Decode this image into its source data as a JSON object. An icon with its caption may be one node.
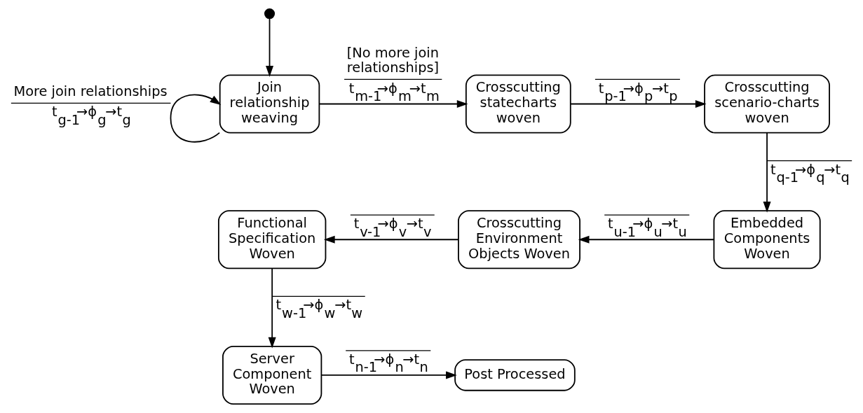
{
  "diagram": {
    "nodes": [
      {
        "text": [],
        "shape": "circle"
      },
      {
        "text": [
          "Join relationship weaving"
        ]
      },
      {
        "text": [
          "Crosscutting statecharts woven"
        ]
      },
      {
        "text": [
          "Crosscutting scenario-charts woven"
        ]
      },
      {
        "text": [
          "Embedded Components Woven"
        ]
      },
      {
        "text": [
          "Crosscutting Environment Objects Woven"
        ]
      },
      {
        "text": [
          "Functional Specification Woven"
        ]
      },
      {
        "text": [
          "Server Component Woven"
        ]
      },
      {
        "text": [
          "Post Processed"
        ]
      }
    ],
    "edges": [
      {
        "from": 0,
        "to": 1,
        "arrow": "to"
      },
      {
        "from": 1,
        "to": 1,
        "arrow": "to",
        "label": "More join relationships t$_{g-1}$→ϕ$_{g}$→t$_{g}$"
      },
      {
        "from": 1,
        "to": 2,
        "arrow": "to",
        "label": "[No more join relationships] t$_{m-1}$→ϕ$_{m}$→t$_{m}$"
      },
      {
        "from": 2,
        "to": 3,
        "arrow": "to",
        "label": "t$_{p-1}$→ϕ$_{p}$→t$_{p}$"
      },
      {
        "from": 3,
        "to": 4,
        "arrow": "to",
        "label": "t$_{q-1}$→ϕ$_{q}$→t$_{q}$"
      },
      {
        "from": 4,
        "to": 5,
        "arrow": "to",
        "label": "t$_{u-1}$→ϕ$_{u}$→t$_{u}$"
      },
      {
        "from": 5,
        "to": 6,
        "arrow": "to",
        "label": "t$_{v-1}$→ϕ$_{v}$→t$_{v}$"
      },
      {
        "from": 6,
        "to": 7,
        "arrow": "to",
        "label": "t$_{w-1}$→ϕ$_{w}$→t$_{w}$"
      },
      {
        "from": 7,
        "to": 8,
        "arrow": "to",
        "label": "t$_{n-1}$→ϕ$_{n}$→t$_{n}$"
      }
    ]
  }
}
